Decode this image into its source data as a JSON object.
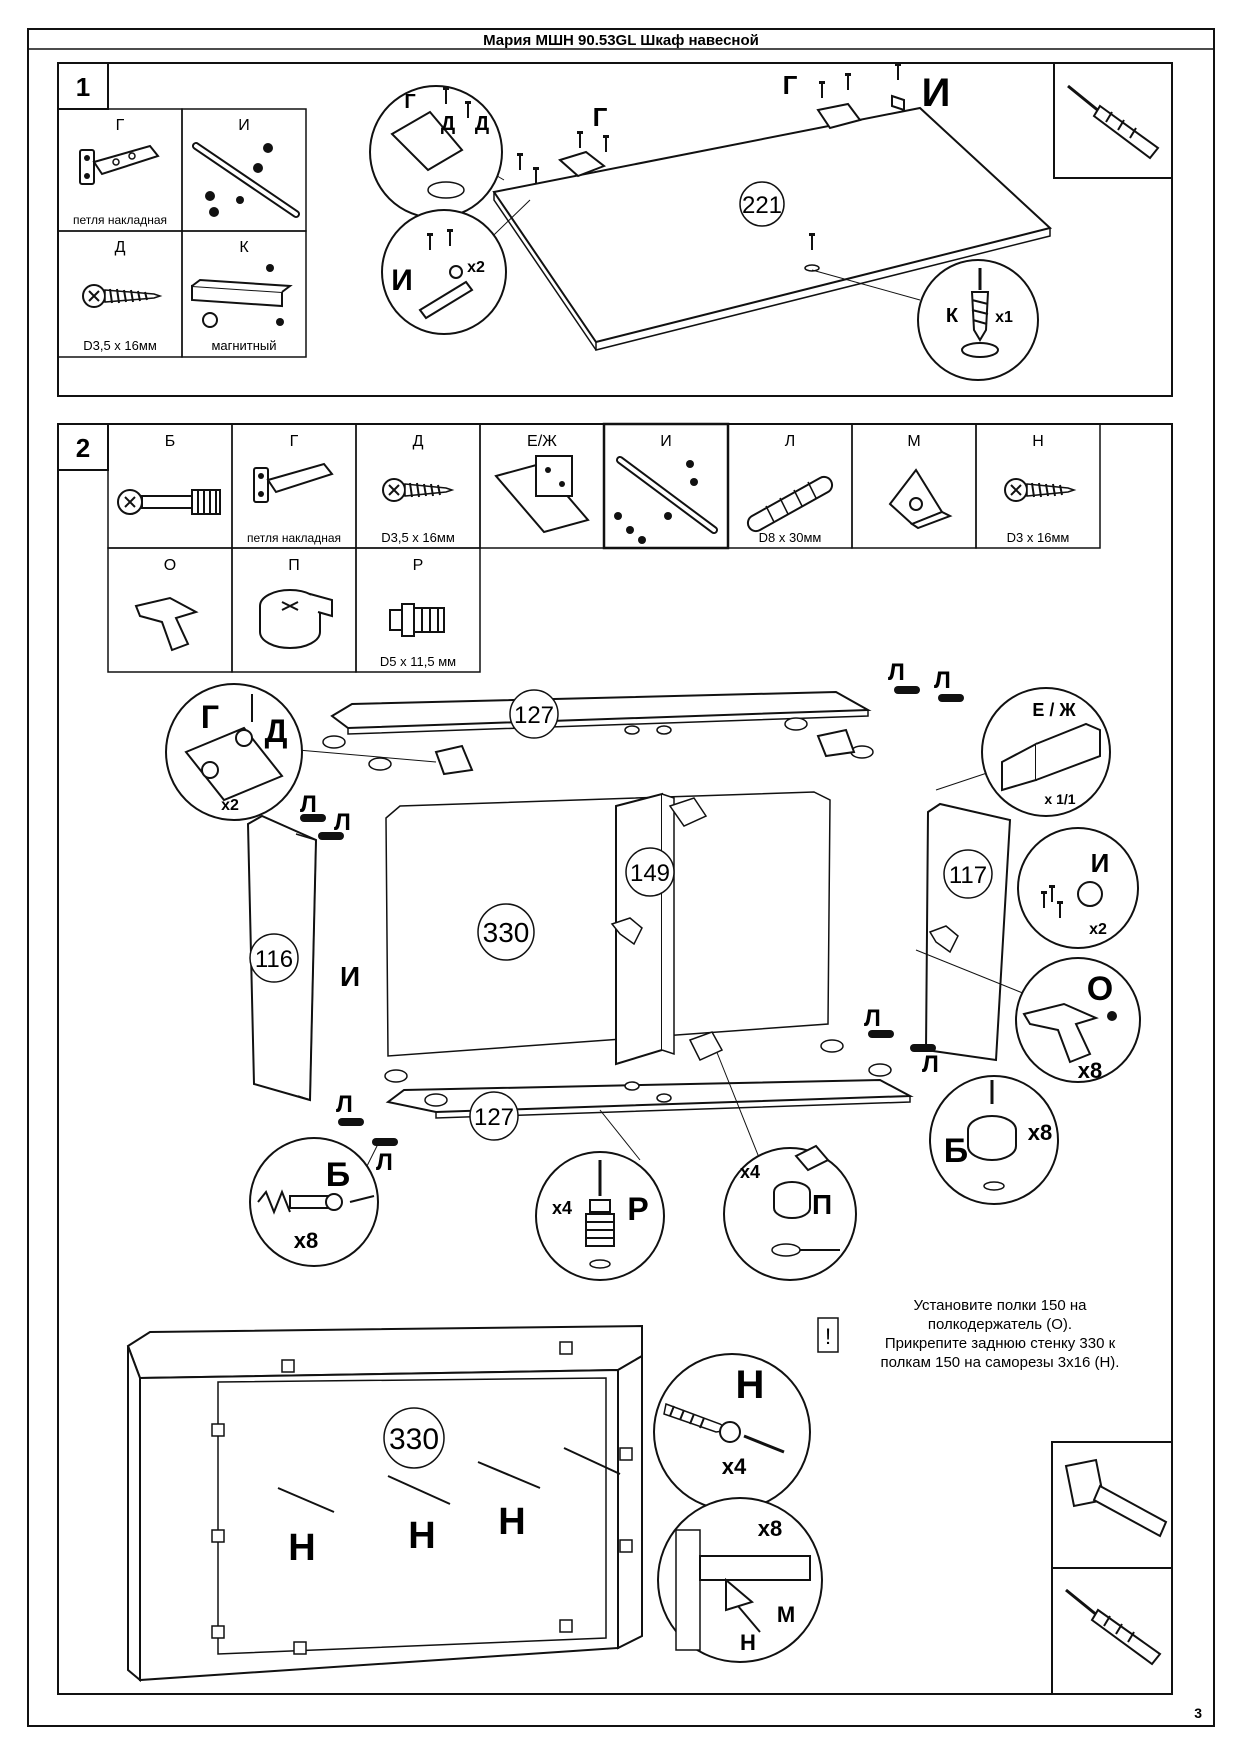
{
  "title": "Мария МШН 90.53GL Шкаф навесной",
  "page_number": "3",
  "steps": [
    {
      "number": "1",
      "parts": [
        {
          "letter": "Г",
          "caption": "петля накладная",
          "icon": "hinge-icon"
        },
        {
          "letter": "И",
          "caption": "",
          "icon": "gas-lift-icon"
        },
        {
          "letter": "Д",
          "caption": "D3,5 x 16мм",
          "icon": "screw-icon"
        },
        {
          "letter": "К",
          "caption": "магнитный",
          "icon": "magnetic-catch-icon"
        }
      ],
      "panel_label": "221",
      "callouts": {
        "hinge_letter": "Г",
        "hinge_screw_letters": [
          "Д",
          "Д"
        ],
        "hinge_letter_2": "Г",
        "hinge_letter_3": "Г",
        "lift_letter": "И",
        "lift_letter_2": "И",
        "lift_count": "x2",
        "catch_letter": "К",
        "catch_count": "x1"
      }
    },
    {
      "number": "2",
      "parts": [
        {
          "letter": "Б",
          "caption": "",
          "icon": "cam-bolt-icon"
        },
        {
          "letter": "Г",
          "caption": "петля накладная",
          "icon": "hinge-icon"
        },
        {
          "letter": "Д",
          "caption": "D3,5 x 16мм",
          "icon": "screw-icon"
        },
        {
          "letter": "Е/Ж",
          "caption": "",
          "icon": "hanger-bracket-icon"
        },
        {
          "letter": "И",
          "caption": "",
          "icon": "gas-lift-icon"
        },
        {
          "letter": "Л",
          "caption": "D8 x 30мм",
          "icon": "dowel-icon"
        },
        {
          "letter": "М",
          "caption": "",
          "icon": "corner-block-icon"
        },
        {
          "letter": "Н",
          "caption": "D3 x 16мм",
          "icon": "screw-icon"
        },
        {
          "letter": "О",
          "caption": "",
          "icon": "shelf-support-icon"
        },
        {
          "letter": "П",
          "caption": "",
          "icon": "cam-lock-icon"
        },
        {
          "letter": "Р",
          "caption": "D5 x 11,5 мм",
          "icon": "cam-pin-icon"
        }
      ],
      "panel_labels": {
        "top": "127",
        "bottom": "127",
        "back": "330",
        "shelf": "149",
        "left": "116",
        "right": "117",
        "back_view": "330"
      },
      "callouts": {
        "hinge": {
          "letters": [
            "Г",
            "Д"
          ],
          "count": "x2"
        },
        "hanger": {
          "letter": "Е / Ж",
          "count": "x 1/1"
        },
        "lift": {
          "letter": "И",
          "count": "x2"
        },
        "lift_side": "И",
        "shelf_support": {
          "letter": "О",
          "count": "x8"
        },
        "cam_bolt_right": {
          "letter": "Б",
          "count": "x8"
        },
        "cam_bolt_left": {
          "letter": "Б",
          "count": "x8"
        },
        "cam_pin": {
          "letter": "Р",
          "count": "x4"
        },
        "cam_lock": {
          "letter": "П",
          "count": "x4"
        },
        "dowel_letter": "Л",
        "back_screw": {
          "letter": "Н",
          "count": "x4"
        },
        "corner": {
          "letters": [
            "М",
            "Н"
          ],
          "count": "x8"
        },
        "back_screw_labels": [
          "Н",
          "Н",
          "Н"
        ]
      },
      "note": {
        "icon": "!",
        "lines": [
          "Установите полки 150  на",
          "полкодержатель (О).",
          "Прикрепите заднюю стенку 330 к",
          "полкам 150 на саморезы 3x16 (Н)."
        ]
      },
      "tools": [
        "hammer-icon",
        "screwdriver-icon"
      ]
    }
  ],
  "step1_tools": [
    "screwdriver-icon"
  ]
}
